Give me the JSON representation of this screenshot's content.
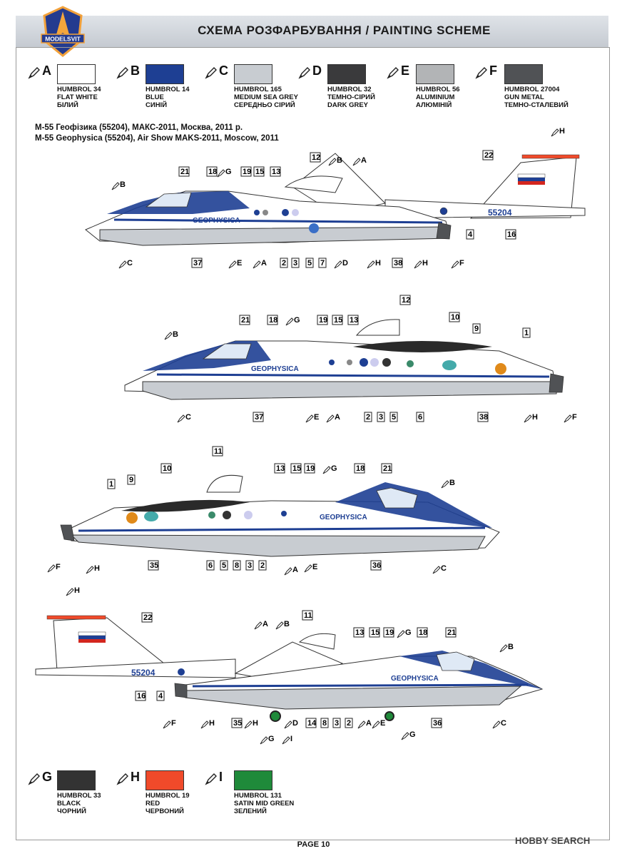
{
  "header": {
    "title": "СХЕМА РОЗФАРБУВАННЯ  /  PAINTING  SCHEME",
    "logo_text": "MODELSVIT"
  },
  "colors_top": [
    {
      "letter": "A",
      "line1": "HUMBROL 34",
      "line2": "FLAT WHITE",
      "line3": "БІЛИЙ",
      "hex": "#ffffff"
    },
    {
      "letter": "B",
      "line1": "HUMBROL 14",
      "line2": "BLUE",
      "line3": "СИНІЙ",
      "hex": "#1e3f93"
    },
    {
      "letter": "C",
      "line1": "HUMBROL 165",
      "line2": "MEDIUM SEA GREY",
      "line3": "СЕРЕДНЬО СІРИЙ",
      "hex": "#c8ccd1"
    },
    {
      "letter": "D",
      "line1": "HUMBROL 32",
      "line2": "ТЕМНО-СІРИЙ",
      "line3": "DARK GREY",
      "hex": "#3a3a3c"
    },
    {
      "letter": "E",
      "line1": "HUMBROL 56",
      "line2": "ALUMINIUM",
      "line3": "АЛЮМІНІЙ",
      "hex": "#b2b4b6"
    },
    {
      "letter": "F",
      "line1": "HUMBROL 27004",
      "line2": "GUN METAL",
      "line3": "ТЕМНО-СТАЛЕВИЙ",
      "hex": "#505255"
    }
  ],
  "colors_bottom": [
    {
      "letter": "G",
      "line1": "HUMBROL 33",
      "line2": "BLACK",
      "line3": "ЧОРНИЙ",
      "hex": "#333333"
    },
    {
      "letter": "H",
      "line1": "HUMBROL 19",
      "line2": "RED",
      "line3": "ЧЕРВОНИЙ",
      "hex": "#f04a2a"
    },
    {
      "letter": "I",
      "line1": "HUMBROL 131",
      "line2": "SATIN MID GREEN",
      "line3": "ЗЕЛЕНИЙ",
      "hex": "#1f8a3a"
    }
  ],
  "caption": {
    "line1": "М-55 Геофізика (55204), МАКС-2011, Москва, 2011 р.",
    "line2": "M-55 Geophysica (55204), Air Show MAKS-2011, Moscow, 2011"
  },
  "aircraft": {
    "name_text": "GEOPHYSICA",
    "serial": "55204"
  },
  "views": {
    "v1": {
      "callouts": [
        "21",
        "18",
        "G",
        "19",
        "15",
        "13",
        "12",
        "B",
        "A",
        "22",
        "H",
        "B",
        "4",
        "16",
        "37",
        "C",
        "E",
        "A",
        "2",
        "3",
        "5",
        "7",
        "D",
        "H",
        "38",
        "H",
        "F"
      ]
    },
    "v2": {
      "callouts": [
        "12",
        "21",
        "18",
        "G",
        "19",
        "15",
        "13",
        "10",
        "9",
        "1",
        "B",
        "37",
        "C",
        "E",
        "A",
        "2",
        "3",
        "5",
        "6",
        "38",
        "H",
        "F"
      ]
    },
    "v3": {
      "callouts": [
        "11",
        "13",
        "15",
        "19",
        "G",
        "18",
        "21",
        "B",
        "10",
        "9",
        "1",
        "F",
        "H",
        "35",
        "6",
        "5",
        "8",
        "3",
        "2",
        "A",
        "E",
        "36",
        "C"
      ]
    },
    "v4": {
      "callouts": [
        "H",
        "22",
        "11",
        "A",
        "B",
        "13",
        "15",
        "19",
        "G",
        "18",
        "21",
        "B",
        "16",
        "4",
        "F",
        "H",
        "35",
        "H",
        "D",
        "14",
        "8",
        "3",
        "2",
        "A",
        "E",
        "G",
        "I",
        "G",
        "36",
        "C"
      ]
    }
  },
  "footer": {
    "page": "PAGE 10",
    "watermark": "HOBBY SEARCH"
  }
}
